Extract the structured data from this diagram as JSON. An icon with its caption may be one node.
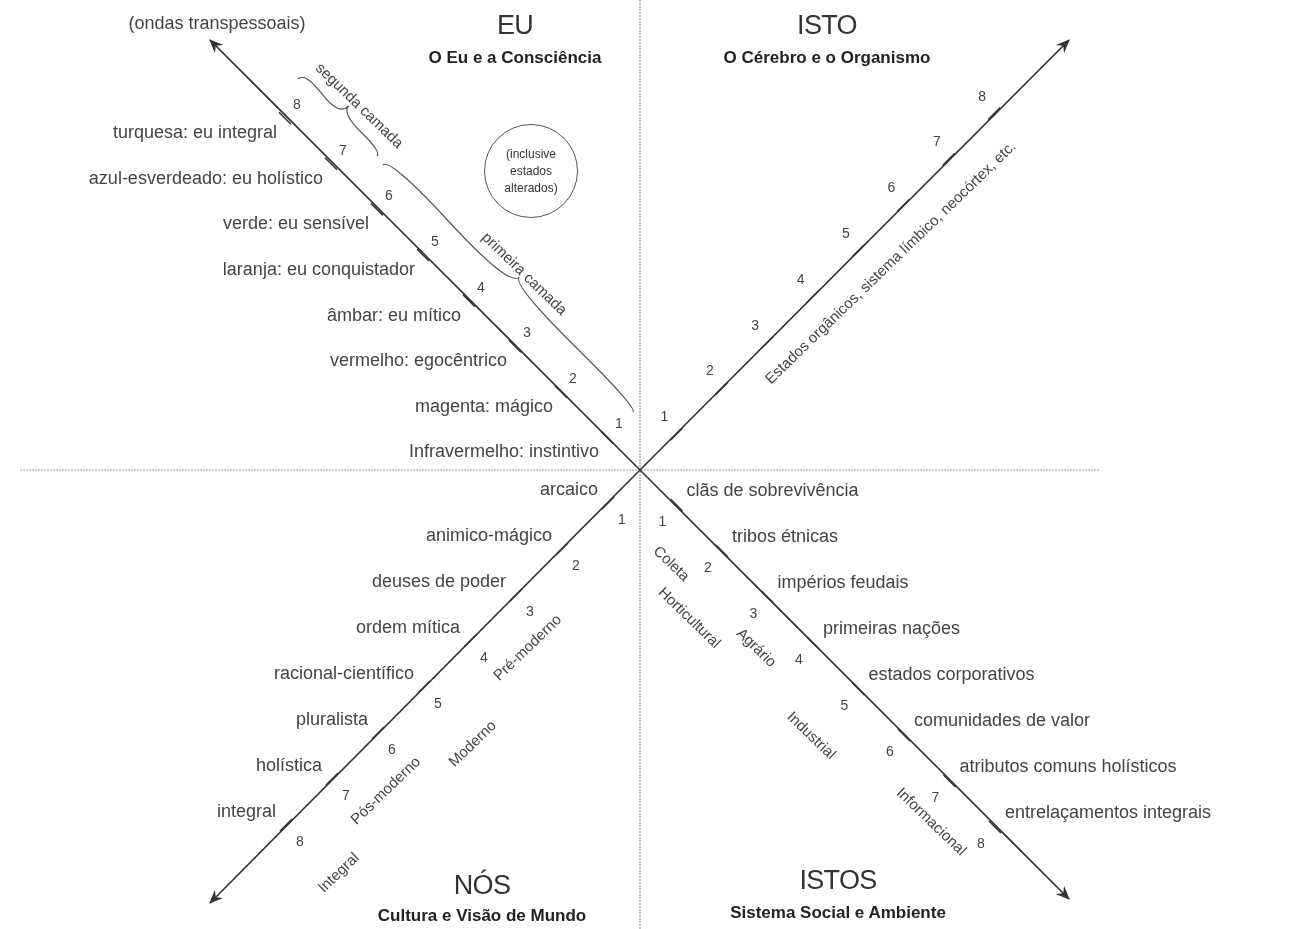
{
  "diagram": {
    "nodes": [
      {
        "text": [
          "(inclusive estados alterados)"
        ]
      }
    ],
    "labels": [
      "(ondas transpessoais)",
      "EU",
      "O Eu e a Consciência",
      "ISTO",
      "O Cérebro e o Organismo",
      "segunda camada",
      "8",
      "turquesa: eu integral",
      "7",
      "azul-esverdeado: eu holístico",
      "6",
      "verde: eu sensível",
      "5",
      "laranja: eu conquistador",
      "4",
      "âmbar: eu mítico",
      "3",
      "vermelho: egocêntrico",
      "2",
      "magenta: mágico",
      "1",
      "Infravermelho: instintivo",
      "primeira camada",
      "8",
      "7",
      "6",
      "5",
      "4",
      "3",
      "2",
      "1",
      "Estados orgânicos, sistema límbico, neocórtex, etc.",
      "arcaico",
      "1",
      "animico-mágico",
      "2",
      "deuses de poder",
      "3",
      "ordem mítica",
      "4",
      "racional-científico",
      "5",
      "pluralista",
      "6",
      "holística",
      "7",
      "integral",
      "8",
      "clãs de sobrevivência",
      "1",
      "tribos étnicas",
      "2",
      "impérios feudais",
      "3",
      "primeiras nações",
      "4",
      "estados corporativos",
      "5",
      "comunidades de valor",
      "6",
      "atributos comuns holísticos",
      "7",
      "entrelaçamentos integrais",
      "8",
      "Pré-moderno",
      "Moderno",
      "Pós-moderno",
      "Integral",
      "Coleta",
      "Horticultural",
      "Agrário",
      "Industrial",
      "Informacional",
      "NÓS",
      "Cultura e Visão de Mundo",
      "ISTOS",
      "Sistema Social e Ambiente"
    ]
  }
}
